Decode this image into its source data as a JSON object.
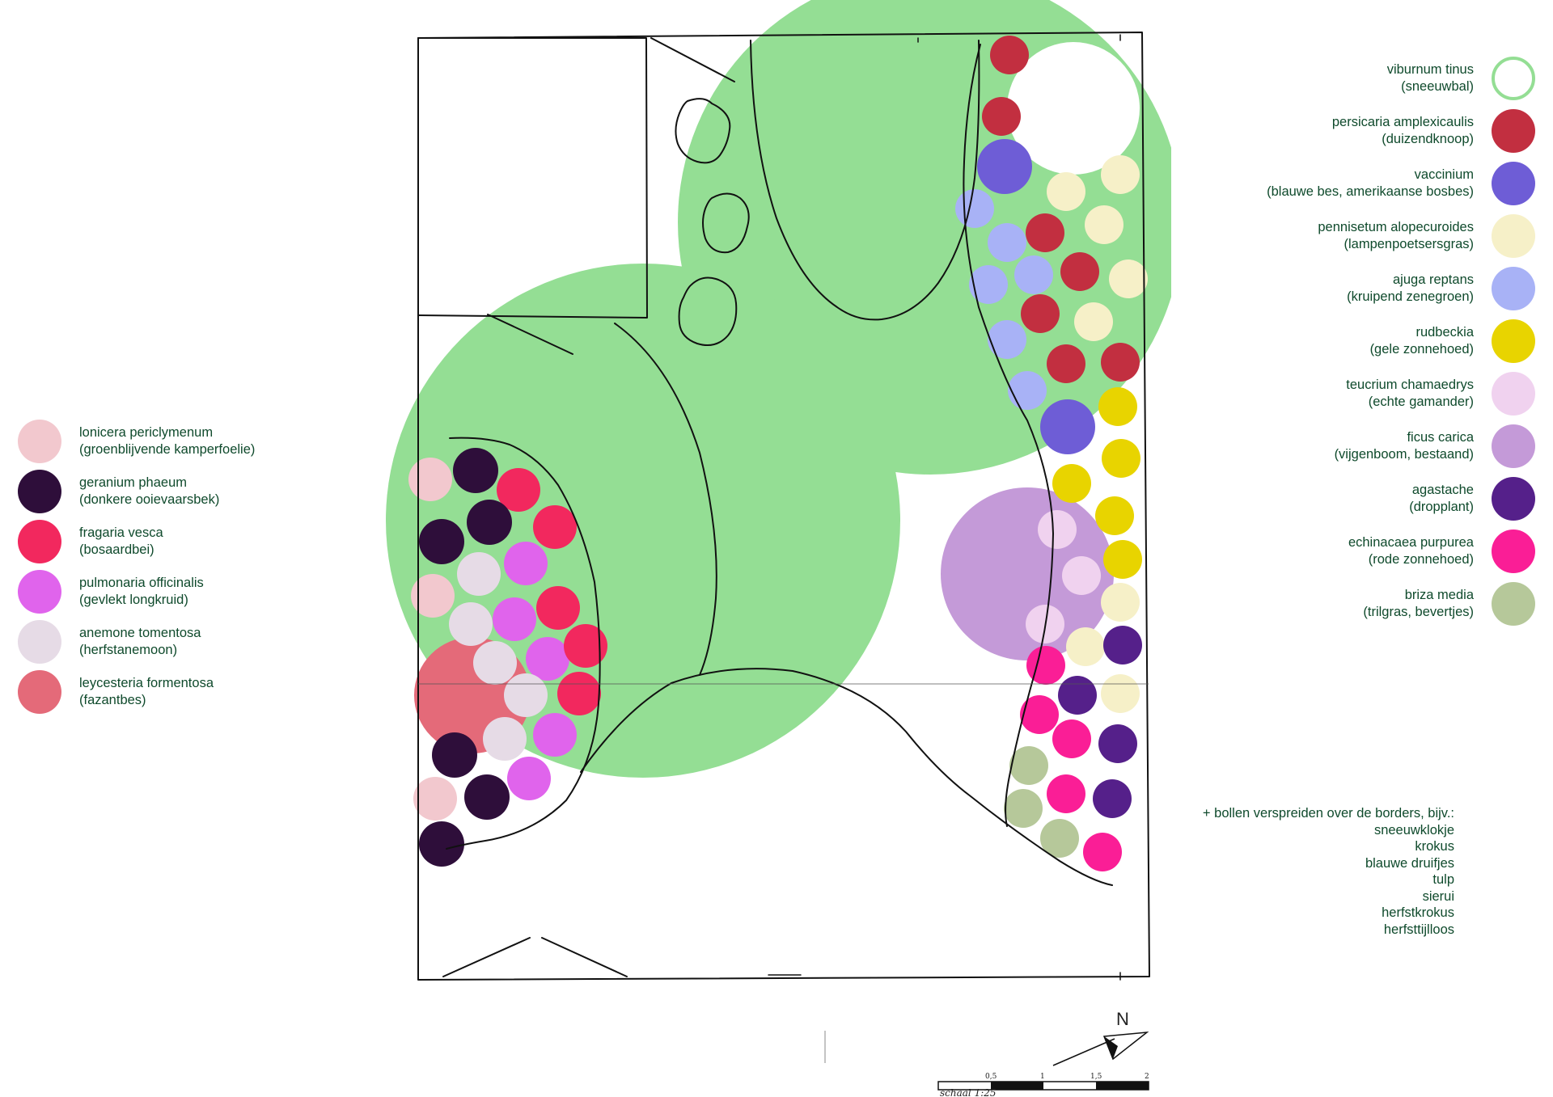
{
  "legend_left": [
    {
      "name": "lonicera periclymenum",
      "detail": "(groenblijvende kamperfoelie)",
      "color": "#f2c8ce"
    },
    {
      "name": "geranium phaeum",
      "detail": "(donkere ooievaarsbek)",
      "color": "#2e0e3a"
    },
    {
      "name": "fragaria vesca",
      "detail": "(bosaardbei)",
      "color": "#f2285e"
    },
    {
      "name": "pulmonaria officinalis",
      "detail": "(gevlekt longkruid)",
      "color": "#e064ec"
    },
    {
      "name": "anemone tomentosa",
      "detail": "(herfstanemoon)",
      "color": "#e6dbe6"
    },
    {
      "name": "leycesteria formentosa",
      "detail": "(fazantbes)",
      "color": "#e46a79"
    }
  ],
  "legend_right": [
    {
      "name": "viburnum tinus",
      "detail": "(sneeuwbal)",
      "color": "#ffffff",
      "outline": "#94de94"
    },
    {
      "name": "persicaria amplexicaulis",
      "detail": "(duizendknoop)",
      "color": "#c22f40"
    },
    {
      "name": "vaccinium",
      "detail": "(blauwe bes, amerikaanse bosbes)",
      "color": "#6e5dd6"
    },
    {
      "name": "pennisetum alopecuroides",
      "detail": "(lampenpoetsersgras)",
      "color": "#f6f0c8"
    },
    {
      "name": "ajuga reptans",
      "detail": "(kruipend zenegroen)",
      "color": "#a8b2f6"
    },
    {
      "name": "rudbeckia",
      "detail": "(gele zonnehoed)",
      "color": "#e8d400"
    },
    {
      "name": "teucrium chamaedrys",
      "detail": "(echte gamander)",
      "color": "#f0d2ef"
    },
    {
      "name": "ficus carica",
      "detail": "(vijgenboom, bestaand)",
      "color": "#c49ad8"
    },
    {
      "name": "agastache",
      "detail": "(dropplant)",
      "color": "#55208a"
    },
    {
      "name": "echinacaea purpurea",
      "detail": "(rode zonnehoed)",
      "color": "#fa1e96"
    },
    {
      "name": "briza media",
      "detail": "(trilgras, bevertjes)",
      "color": "#b6c89a"
    }
  ],
  "bulbs": {
    "intro": "+ bollen verspreiden over de borders, bijv.:",
    "items": [
      "sneeuwklokje",
      "krokus",
      "blauwe druifjes",
      "tulp",
      "sierui",
      "herfstkrokus",
      "herfsttijlloos"
    ]
  },
  "scale": {
    "label": "schaal",
    "ratio": "1:25",
    "ticks": [
      "0,5",
      "1",
      "1,5",
      "2"
    ]
  },
  "north": {
    "label": "N"
  },
  "colors": {
    "lawn_green": "#94de94",
    "text": "#0f4a2c",
    "line": "#111111"
  }
}
